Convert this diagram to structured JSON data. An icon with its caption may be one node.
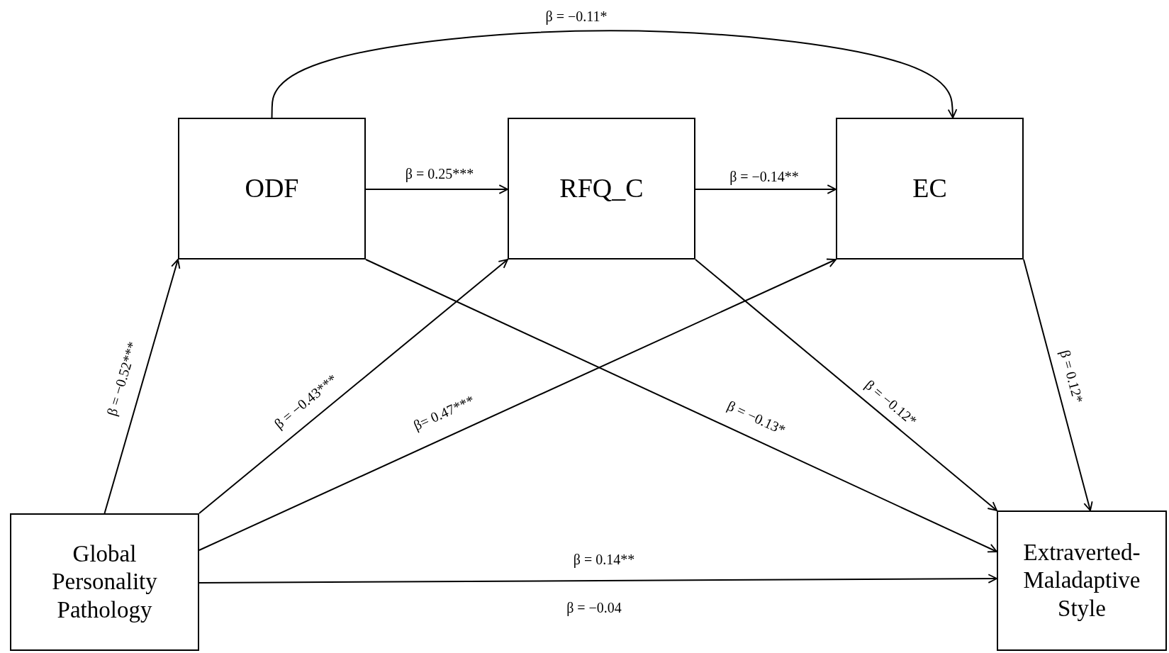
{
  "diagram": {
    "nodes": [
      {
        "text": [
          "ODF"
        ]
      },
      {
        "text": [
          "RFQ_C"
        ]
      },
      {
        "text": [
          "EC"
        ]
      },
      {
        "text": [
          "Global Personality Pathology"
        ]
      },
      {
        "text": [
          "Extraverted-Maladaptive Style"
        ]
      }
    ],
    "edges": [
      {
        "from": 3,
        "to": 0,
        "arrow": "to",
        "label": "β = −0.52***"
      },
      {
        "from": 3,
        "to": 1,
        "arrow": "to",
        "label": "β = −0.43***"
      },
      {
        "from": 3,
        "to": 2,
        "arrow": "to",
        "label": "β= 0.47***"
      },
      {
        "from": 3,
        "to": 4,
        "arrow": "to",
        "label": "β =  0.14**"
      },
      {
        "from": 0,
        "to": 1,
        "arrow": "to",
        "label": "β = 0.25***"
      },
      {
        "from": 1,
        "to": 2,
        "arrow": "to",
        "label": "β = −0.14**"
      },
      {
        "from": 0,
        "to": 2,
        "arrow": "to",
        "label": "β = −0.11*"
      },
      {
        "from": 0,
        "to": 4,
        "arrow": "to",
        "label": "β = −0.13*"
      },
      {
        "from": 1,
        "to": 4,
        "arrow": "to",
        "label": "β = −0.12*"
      },
      {
        "from": 2,
        "to": 4,
        "arrow": "to",
        "label": "β = 0.12*"
      }
    ],
    "labels": [
      "β = −0.04"
    ]
  }
}
